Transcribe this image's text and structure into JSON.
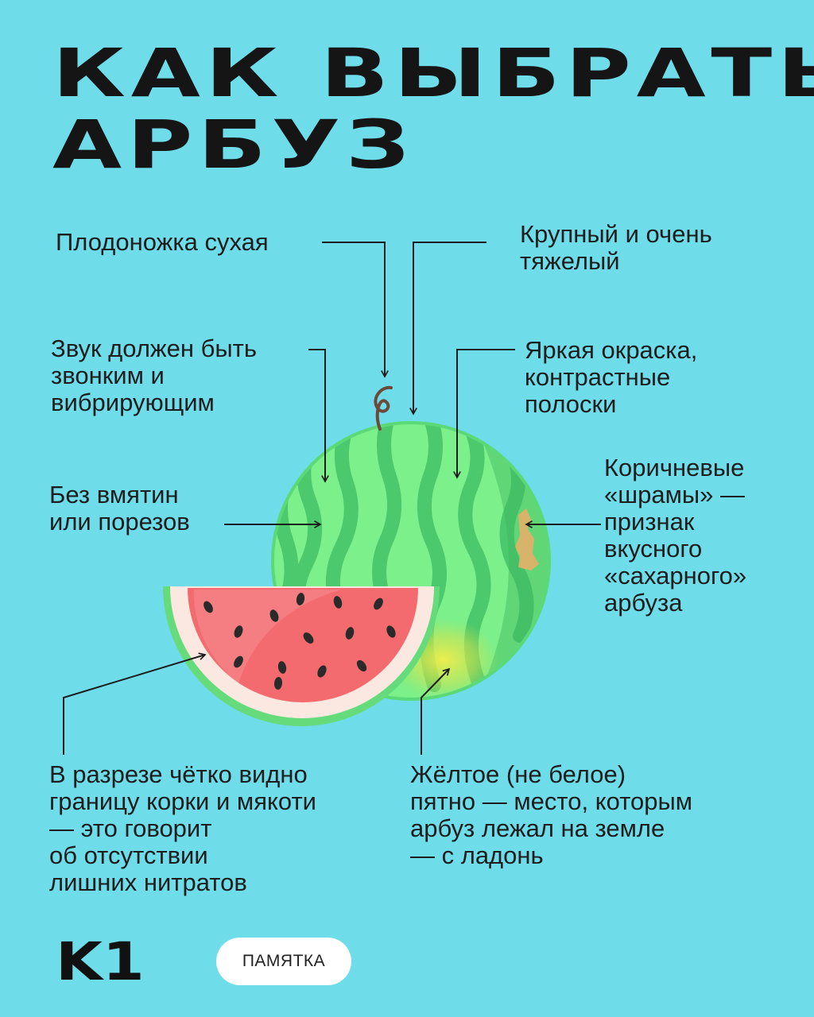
{
  "title": {
    "line1": "КАК ВЫБРАТЬ",
    "line2": "АРБУЗ"
  },
  "labels": {
    "stem": [
      "Плодоножка сухая"
    ],
    "heavy": [
      "Крупный и очень",
      "тяжелый"
    ],
    "sound": [
      "Звук должен быть",
      "звонким и",
      "вибрирующим"
    ],
    "color": [
      "Яркая окраска,",
      "контрастные",
      "полоски"
    ],
    "dents": [
      "Без вмятин",
      "или порезов"
    ],
    "scars": [
      "Коричневые",
      "«шрамы» —",
      "признак",
      "вкусного",
      "«сахарного»",
      "арбуза"
    ],
    "cut": [
      "В разрезе чётко видно",
      "границу корки и мякоти",
      "— это говорит",
      "об отсутствии",
      "лишних нитратов"
    ],
    "spot": [
      "Жёлтое (не белое)",
      "пятно — место, которым",
      "арбуз лежал на земле",
      "— с ладонь"
    ]
  },
  "footer": {
    "logo": "K1",
    "badge": "ПАМЯТКА"
  },
  "colors": {
    "background": "#6fdcea",
    "rind_light": "#7bf08a",
    "rind_dark": "#48c56a",
    "flesh": "#f36b6f",
    "rind_white": "#fbe8e1",
    "seed": "#2a2a2a",
    "yellow_spot": "#e8e64a",
    "scar": "#d9b36a",
    "text": "#1d1d1d"
  }
}
